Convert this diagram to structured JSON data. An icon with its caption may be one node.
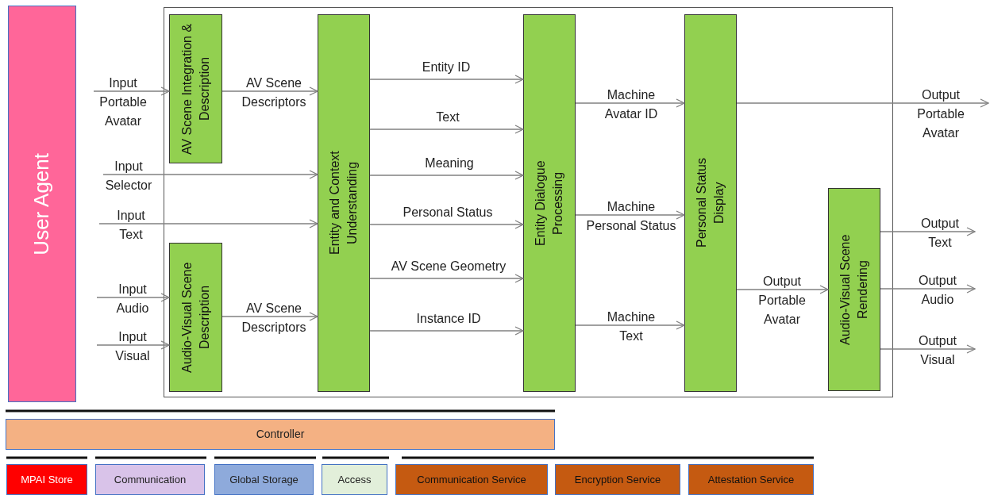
{
  "diagram": {
    "nodes": [
      {
        "text": [
          "User Agent"
        ]
      },
      {
        "text": [],
        "shape": "box"
      },
      {
        "text": [
          "AV Scene Integration & Description"
        ],
        "in": 1
      },
      {
        "text": [
          "Audio-Visual Scene Description"
        ],
        "in": 1
      },
      {
        "text": [
          "Entity and Context Understanding"
        ],
        "in": 1
      },
      {
        "text": [
          "Entity Dialogue Processing"
        ],
        "in": 1
      },
      {
        "text": [
          "Personal Status Display"
        ],
        "in": 1
      },
      {
        "text": [
          "Audio-Visual Scene Rendering"
        ],
        "in": 1
      },
      {
        "text": [
          "Controller"
        ]
      },
      {
        "text": [
          "MPAI Store"
        ]
      },
      {
        "text": [
          "Communication"
        ]
      },
      {
        "text": [
          "Global Storage"
        ]
      },
      {
        "text": [
          "Access"
        ]
      },
      {
        "text": [
          "Communication Service"
        ]
      },
      {
        "text": [
          "Encryption Service"
        ]
      },
      {
        "text": [
          "Attestation Service"
        ]
      }
    ],
    "edges": [
      {
        "from": null,
        "to": 2,
        "arrow": "to",
        "label": "Input Portable Avatar"
      },
      {
        "from": null,
        "to": 4,
        "arrow": "to",
        "label": "Input Selector"
      },
      {
        "from": null,
        "to": 4,
        "arrow": "to",
        "label": "Input Text"
      },
      {
        "from": null,
        "to": 3,
        "arrow": "to",
        "label": "Input Audio"
      },
      {
        "from": null,
        "to": 3,
        "arrow": "to",
        "label": "Input Visual"
      },
      {
        "from": 2,
        "to": 4,
        "arrow": "to",
        "label": "AV Scene Descriptors"
      },
      {
        "from": 3,
        "to": 4,
        "arrow": "to",
        "label": "AV Scene Descriptors"
      },
      {
        "from": 4,
        "to": 5,
        "arrow": "to",
        "label": "Entity ID"
      },
      {
        "from": 4,
        "to": 5,
        "arrow": "to",
        "label": "Text"
      },
      {
        "from": 4,
        "to": 5,
        "arrow": "to",
        "label": "Meaning"
      },
      {
        "from": 4,
        "to": 5,
        "arrow": "to",
        "label": "Personal Status"
      },
      {
        "from": 4,
        "to": 5,
        "arrow": "to",
        "label": "AV Scene Geometry"
      },
      {
        "from": 4,
        "to": 5,
        "arrow": "to",
        "label": "Instance ID"
      },
      {
        "from": 5,
        "to": 6,
        "arrow": "to",
        "label": "Machine Avatar ID"
      },
      {
        "from": 5,
        "to": 6,
        "arrow": "to",
        "label": "Machine Personal Status"
      },
      {
        "from": 5,
        "to": 6,
        "arrow": "to",
        "label": "Machine Text"
      },
      {
        "from": 6,
        "to": null,
        "arrow": "to",
        "label": "Output Portable Avatar"
      },
      {
        "from": 6,
        "to": 7,
        "arrow": "to",
        "label": "Output Portable Avatar"
      },
      {
        "from": 7,
        "to": null,
        "arrow": "to",
        "label": "Output Text"
      },
      {
        "from": 7,
        "to": null,
        "arrow": "to",
        "label": "Output Audio"
      },
      {
        "from": 7,
        "to": null,
        "arrow": "to",
        "label": "Output Visual"
      }
    ]
  }
}
